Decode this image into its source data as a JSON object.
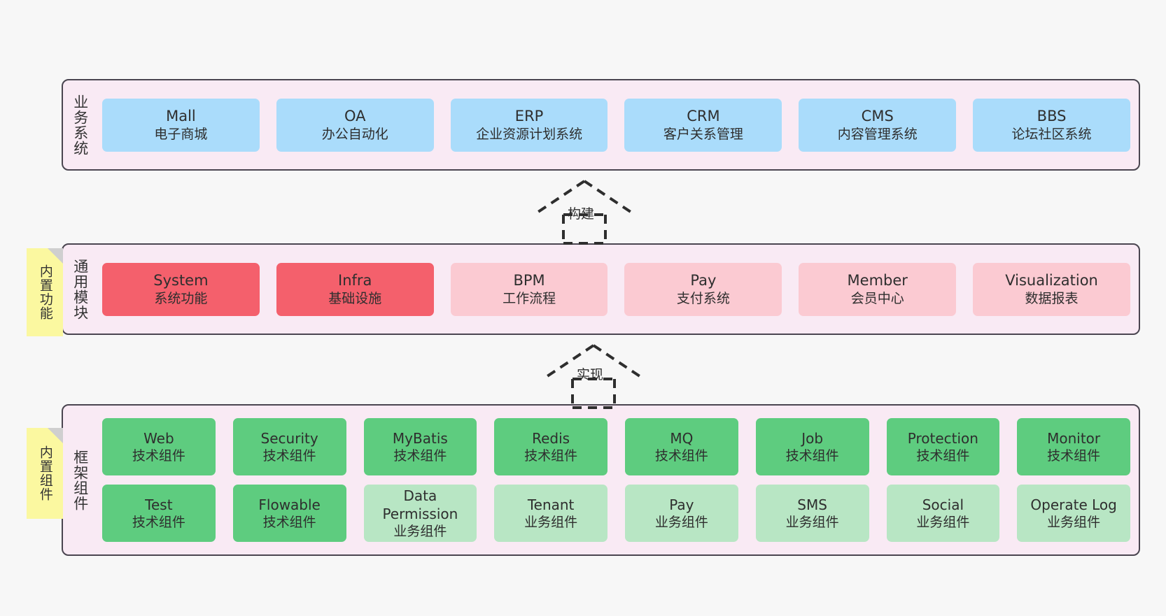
{
  "diagram": {
    "background_color": "#f7f7f7",
    "layer_fill": "#f9eaf4",
    "layer_border": "#4a4550"
  },
  "layers": {
    "business": {
      "title": "业务系统",
      "card_color": "#aadcfb",
      "cards": [
        {
          "title": "Mall",
          "subtitle": "电子商城"
        },
        {
          "title": "OA",
          "subtitle": "办公自动化"
        },
        {
          "title": "ERP",
          "subtitle": "企业资源计划系统"
        },
        {
          "title": "CRM",
          "subtitle": "客户关系管理"
        },
        {
          "title": "CMS",
          "subtitle": "内容管理系统"
        },
        {
          "title": "BBS",
          "subtitle": "论坛社区系统"
        }
      ]
    },
    "modules": {
      "title": "通用模块",
      "colors": {
        "primary": "#f4606c",
        "secondary": "#fbcad2"
      },
      "cards": [
        {
          "title": "System",
          "subtitle": "系统功能",
          "color": "#f4606c"
        },
        {
          "title": "Infra",
          "subtitle": "基础设施",
          "color": "#f4606c"
        },
        {
          "title": "BPM",
          "subtitle": "工作流程",
          "color": "#fbcad2"
        },
        {
          "title": "Pay",
          "subtitle": "支付系统",
          "color": "#fbcad2"
        },
        {
          "title": "Member",
          "subtitle": "会员中心",
          "color": "#fbcad2"
        },
        {
          "title": "Visualization",
          "subtitle": "数据报表",
          "color": "#fbcad2"
        }
      ]
    },
    "framework": {
      "title": "框架组件",
      "colors": {
        "tech": "#5ecc7f",
        "business": "#b8e6c4"
      },
      "row1": [
        {
          "title": "Web",
          "subtitle": "技术组件",
          "color": "#5ecc7f"
        },
        {
          "title": "Security",
          "subtitle": "技术组件",
          "color": "#5ecc7f"
        },
        {
          "title": "MyBatis",
          "subtitle": "技术组件",
          "color": "#5ecc7f"
        },
        {
          "title": "Redis",
          "subtitle": "技术组件",
          "color": "#5ecc7f"
        },
        {
          "title": "MQ",
          "subtitle": "技术组件",
          "color": "#5ecc7f"
        },
        {
          "title": "Job",
          "subtitle": "技术组件",
          "color": "#5ecc7f"
        },
        {
          "title": "Protection",
          "subtitle": "技术组件",
          "color": "#5ecc7f"
        },
        {
          "title": "Monitor",
          "subtitle": "技术组件",
          "color": "#5ecc7f"
        }
      ],
      "row2": [
        {
          "title": "Test",
          "subtitle": "技术组件",
          "color": "#5ecc7f"
        },
        {
          "title": "Flowable",
          "subtitle": "技术组件",
          "color": "#5ecc7f"
        },
        {
          "title": "Data Permission",
          "subtitle": "业务组件",
          "color": "#b8e6c4"
        },
        {
          "title": "Tenant",
          "subtitle": "业务组件",
          "color": "#b8e6c4"
        },
        {
          "title": "Pay",
          "subtitle": "业务组件",
          "color": "#b8e6c4"
        },
        {
          "title": "SMS",
          "subtitle": "业务组件",
          "color": "#b8e6c4"
        },
        {
          "title": "Social",
          "subtitle": "业务组件",
          "color": "#b8e6c4"
        },
        {
          "title": "Operate Log",
          "subtitle": "业务组件",
          "color": "#b8e6c4"
        }
      ]
    }
  },
  "notes": [
    {
      "text": "内置功能",
      "color": "#fbf8a0"
    },
    {
      "text": "内置组件",
      "color": "#fbf8a0"
    }
  ],
  "connectors": [
    {
      "label": "构建",
      "style": "dashed-generalization-up"
    },
    {
      "label": "实现",
      "style": "dashed-generalization-up"
    }
  ]
}
